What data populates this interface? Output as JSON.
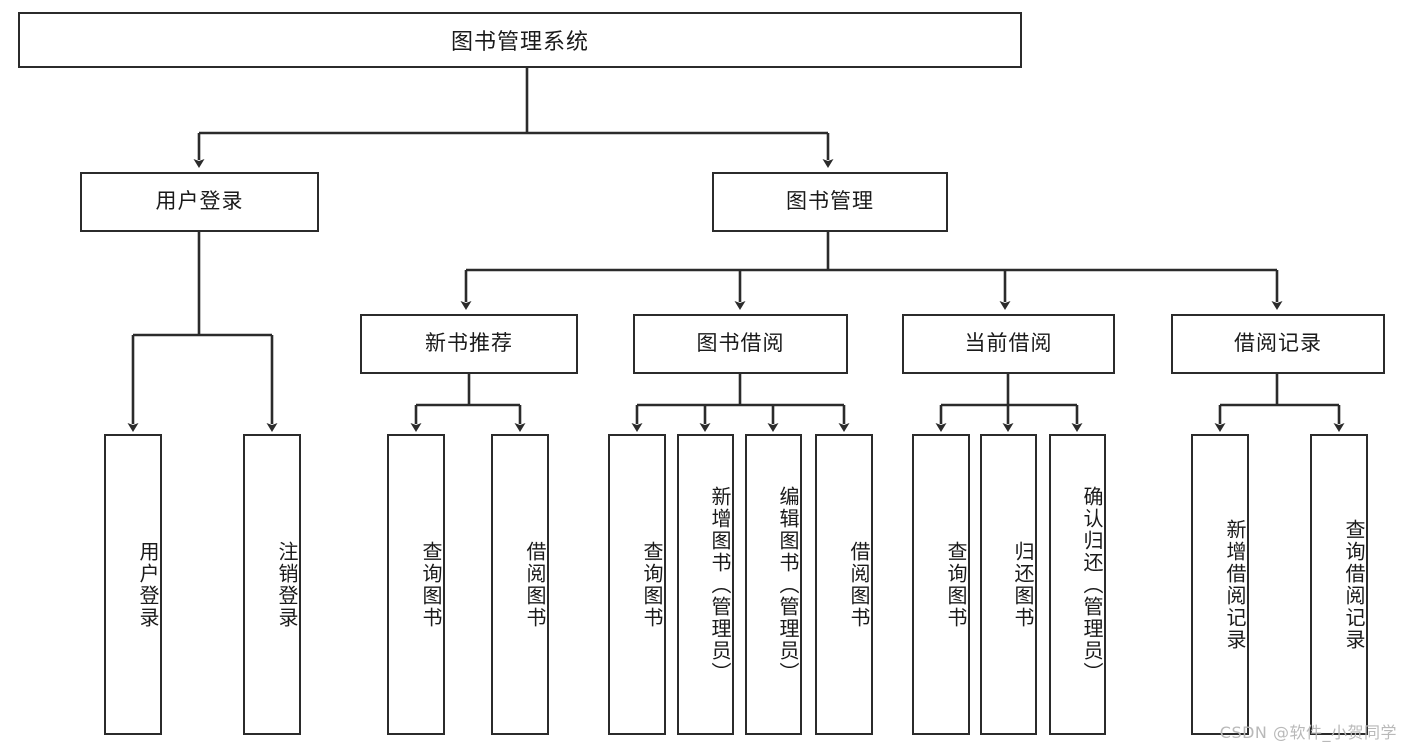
{
  "diagram": {
    "title": "图书管理系统",
    "type": "tree",
    "root": {
      "id": "root",
      "label": "图书管理系统",
      "orientation": "horizontal"
    },
    "level2": [
      {
        "id": "user-login",
        "label": "用户登录",
        "orientation": "horizontal"
      },
      {
        "id": "book-manage",
        "label": "图书管理",
        "orientation": "horizontal"
      }
    ],
    "level3": [
      {
        "id": "new-book-recommend",
        "label": "新书推荐",
        "orientation": "horizontal",
        "parent": "book-manage"
      },
      {
        "id": "book-borrow",
        "label": "图书借阅",
        "orientation": "horizontal",
        "parent": "book-manage"
      },
      {
        "id": "current-borrow",
        "label": "当前借阅",
        "orientation": "horizontal",
        "parent": "book-manage"
      },
      {
        "id": "borrow-record",
        "label": "借阅记录",
        "orientation": "horizontal",
        "parent": "book-manage"
      }
    ],
    "leaves": [
      {
        "id": "leaf-user-login",
        "label": "用户登录",
        "parent": "user-login",
        "orientation": "vertical"
      },
      {
        "id": "leaf-logout",
        "label": "注销登录",
        "parent": "user-login",
        "orientation": "vertical"
      },
      {
        "id": "leaf-query-book-1",
        "label": "查询图书",
        "parent": "new-book-recommend",
        "orientation": "vertical"
      },
      {
        "id": "leaf-borrow-book-1",
        "label": "借阅图书",
        "parent": "new-book-recommend",
        "orientation": "vertical"
      },
      {
        "id": "leaf-query-book-2",
        "label": "查询图书",
        "parent": "book-borrow",
        "orientation": "vertical"
      },
      {
        "id": "leaf-add-book",
        "label": "新增图书（管理员）",
        "parent": "book-borrow",
        "orientation": "vertical"
      },
      {
        "id": "leaf-edit-book",
        "label": "编辑图书（管理员）",
        "parent": "book-borrow",
        "orientation": "vertical"
      },
      {
        "id": "leaf-borrow-book-2",
        "label": "借阅图书",
        "parent": "book-borrow",
        "orientation": "vertical"
      },
      {
        "id": "leaf-query-book-3",
        "label": "查询图书",
        "parent": "current-borrow",
        "orientation": "vertical"
      },
      {
        "id": "leaf-return-book",
        "label": "归还图书",
        "parent": "current-borrow",
        "orientation": "vertical"
      },
      {
        "id": "leaf-confirm-return",
        "label": "确认归还（管理员）",
        "parent": "current-borrow",
        "orientation": "vertical"
      },
      {
        "id": "leaf-add-record",
        "label": "新增借阅记录",
        "parent": "borrow-record",
        "orientation": "vertical"
      },
      {
        "id": "leaf-query-record",
        "label": "查询借阅记录",
        "parent": "borrow-record",
        "orientation": "vertical"
      }
    ],
    "watermark": "CSDN @软件_小贺同学",
    "colors": {
      "border": "#2b2b2b",
      "text": "#1a1a1a",
      "background": "#ffffff",
      "watermark": "#b9b9b9"
    }
  }
}
